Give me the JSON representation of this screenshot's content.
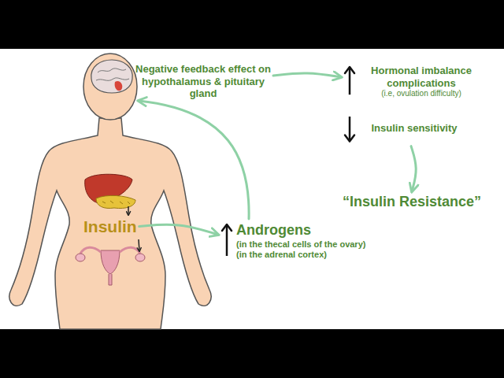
{
  "diagram": {
    "nodes": [
      {
        "text": [
          "Negative feedback effect on hypothalamus & pituitary gland"
        ]
      },
      {
        "text": [
          "Hormonal imbalance complications",
          "(i.e, ovulation difficulty)"
        ]
      },
      {
        "text": [
          "Insulin sensitivity"
        ]
      },
      {
        "text": [
          "“Insulin Resistance”"
        ]
      },
      {
        "text": [
          "Insulin"
        ]
      },
      {
        "text": [
          "Androgens",
          "(in the thecal cells of the ovary)",
          "(in the adrenal cortex)"
        ]
      }
    ],
    "edges": [
      {
        "from": 0,
        "to": 1,
        "arrow": "to"
      },
      {
        "from": 2,
        "to": 3,
        "arrow": "to"
      },
      {
        "from": 4,
        "to": 5,
        "arrow": "to"
      }
    ]
  }
}
